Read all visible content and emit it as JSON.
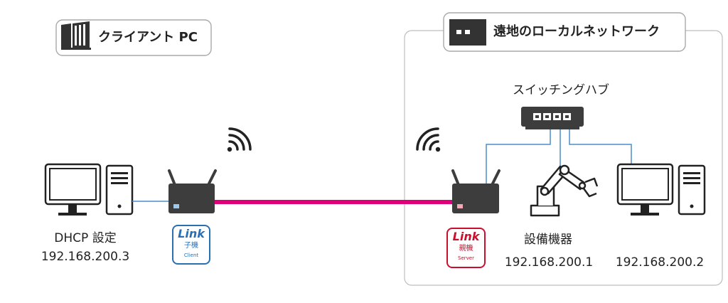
{
  "client_tag": {
    "label": "クライアント PC",
    "icon": "office-building-icon"
  },
  "remote_tag": {
    "label": "遠地のローカルネットワーク",
    "icon": "factory-icon"
  },
  "switch": {
    "label": "スイッチングハブ"
  },
  "client_pc": {
    "line1": "DHCP 設定",
    "line2": "192.168.200.3"
  },
  "equipment": {
    "label": "設備機器",
    "ip": "192.168.200.1"
  },
  "remote_pc": {
    "ip": "192.168.200.2"
  },
  "badge_client": {
    "brand": "Link",
    "role_jp": "子機",
    "role_en": "Client",
    "color": "#2a6fb3"
  },
  "badge_server": {
    "brand": "Link",
    "role_jp": "親機",
    "role_en": "Server",
    "color": "#c8102e"
  },
  "colors": {
    "wireless_link": "#e0007a",
    "lan_cable": "#4a8ec9",
    "frame": "#bbbbbb",
    "device": "#3d3d3d"
  }
}
